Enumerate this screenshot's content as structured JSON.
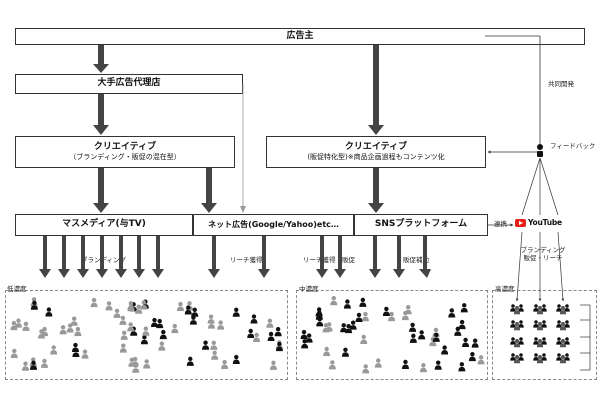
{
  "boxes": {
    "advertiser": "広告主",
    "agency": "大手広告代理店",
    "creative_left_title": "クリエイティブ",
    "creative_left_sub": "（ブランディング・販促の混在型）",
    "creative_right_title": "クリエイティブ",
    "creative_right_sub": "(販促特化型)※商品企画過程もコンテンツ化",
    "mass_media": "マスメディア(与TV)",
    "net_ads": "ネット広告(Google/Yahoo)etc…",
    "sns": "SNSプラットフォーム"
  },
  "labels": {
    "joint_dev": "共同開発",
    "feedback": "フィードバック",
    "partnership": "連携",
    "youtube": "YouTube",
    "branding_promo_reach": "ブランディング 販促・リーチ",
    "branding": "ブランディング",
    "reach_acquire": "リーチ獲得",
    "reach_acquire_promo": "リーチ獲得・販促",
    "promo_support": "販促補助"
  },
  "zones": {
    "low": "低濃度",
    "mid": "中濃度",
    "high": "高濃度"
  },
  "colors": {
    "arrow": "#444444",
    "person_dark": "#111111",
    "person_gray": "#999999",
    "border": "#333333",
    "youtube_red": "#e62117"
  }
}
